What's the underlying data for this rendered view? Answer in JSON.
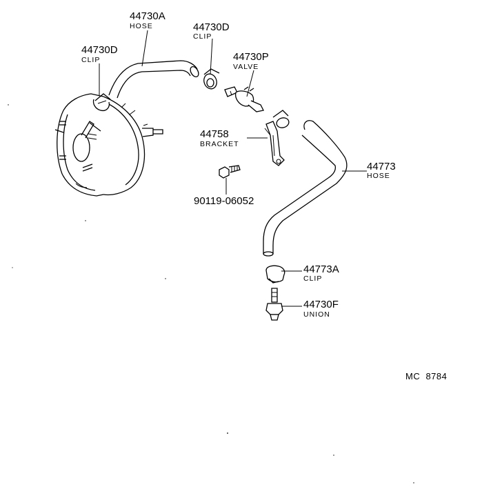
{
  "parts": [
    {
      "key": "hose_44730a",
      "number": "44730A",
      "name": "HOSE"
    },
    {
      "key": "clip_44730d_left",
      "number": "44730D",
      "name": "CLIP"
    },
    {
      "key": "clip_44730d_right",
      "number": "44730D",
      "name": "CLIP"
    },
    {
      "key": "valve_44730p",
      "number": "44730P",
      "name": "VALVE"
    },
    {
      "key": "bracket_44758",
      "number": "44758",
      "name": "BRACKET"
    },
    {
      "key": "bolt_90119",
      "number": "90119-06052",
      "name": ""
    },
    {
      "key": "hose_44773",
      "number": "44773",
      "name": "HOSE"
    },
    {
      "key": "clip_44773a",
      "number": "44773A",
      "name": "CLIP"
    },
    {
      "key": "union_44730f",
      "number": "44730F",
      "name": "UNION"
    }
  ],
  "reference": "MC  8784"
}
